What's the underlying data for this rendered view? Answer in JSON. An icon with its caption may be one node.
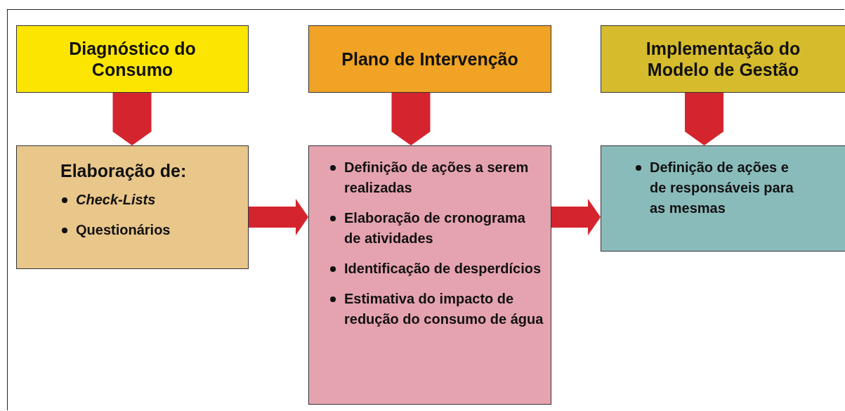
{
  "diagram": {
    "nodes": [
      {
        "text": [
          "Diagnóstico do Consumo"
        ]
      },
      {
        "text": [
          "Plano de Intervenção"
        ]
      },
      {
        "text": [
          "Implementação do Modelo de Gestão"
        ]
      },
      {
        "text": [
          "Elaboração de:",
          "Check-Lists",
          "Questionários"
        ]
      },
      {
        "text": [
          "Definição de ações a serem realizadas",
          "Elaboração de cronograma de atividades",
          "Identificação de desperdícios",
          "Estimativa do impacto de redução do consumo de água"
        ]
      },
      {
        "text": [
          "Definição de ações e de responsáveis para as mesmas"
        ]
      }
    ],
    "edges": [
      {
        "from": 0,
        "to": 3,
        "arrow": "to"
      },
      {
        "from": 1,
        "to": 4,
        "arrow": "to"
      },
      {
        "from": 2,
        "to": 5,
        "arrow": "to"
      },
      {
        "from": 3,
        "to": 4,
        "arrow": "to"
      },
      {
        "from": 4,
        "to": 5,
        "arrow": "to"
      }
    ]
  }
}
